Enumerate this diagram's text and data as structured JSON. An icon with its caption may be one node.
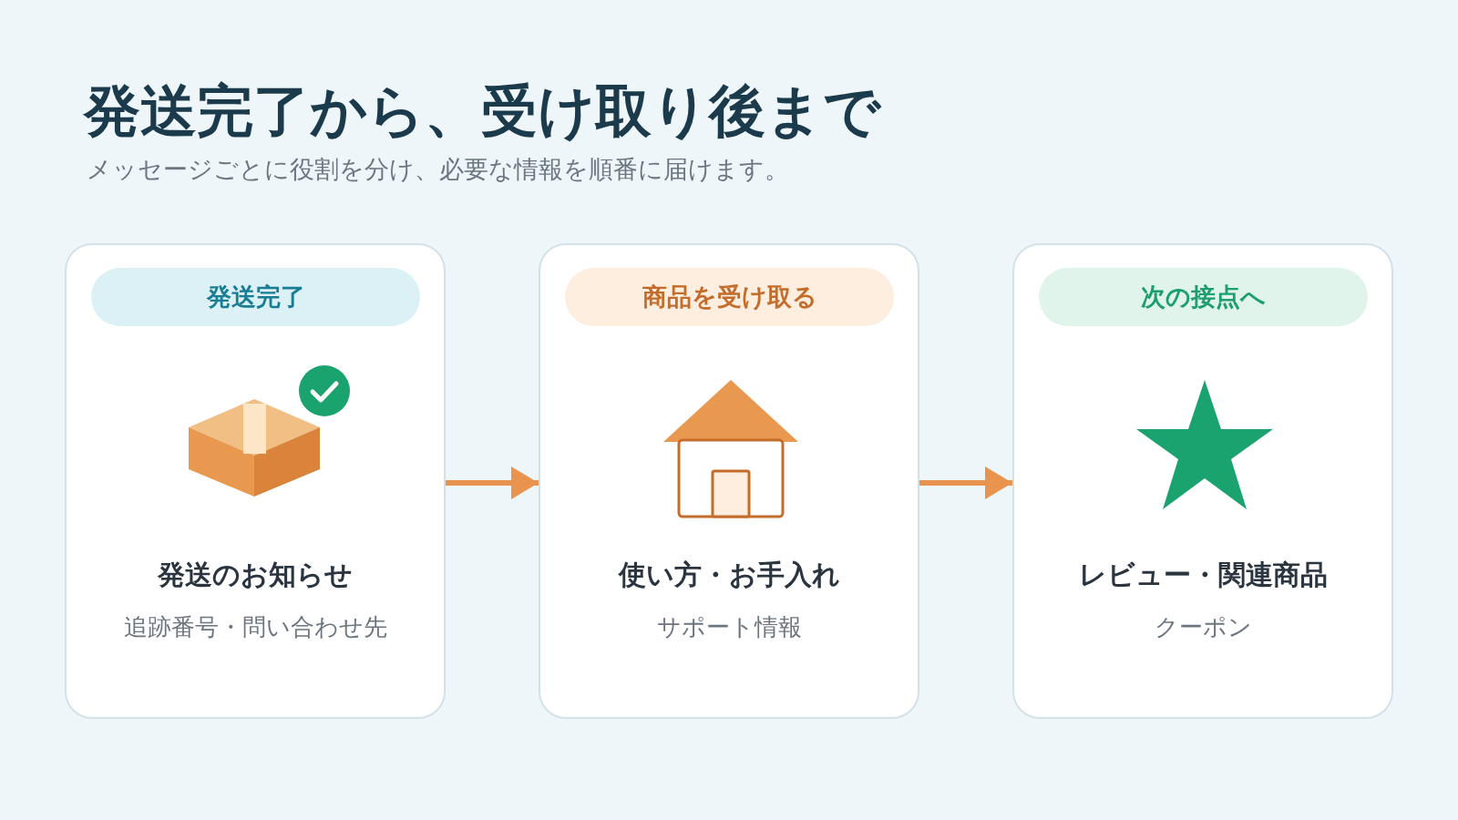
{
  "diagram": {
    "title": "発送完了から、受け取り後まで",
    "nodes": [
      {
        "text": [
          "発送のお知らせ",
          "追跡番号・問い合わせ先"
        ]
      },
      {
        "text": [
          "発送完了"
        ],
        "in": 0
      },
      {
        "text": [
          "使い方・お手入れ",
          "サポート情報"
        ]
      },
      {
        "text": [
          "商品を受け取る"
        ],
        "in": 2
      },
      {
        "text": [
          "レビュー・関連商品",
          "クーポン"
        ]
      },
      {
        "text": [
          "次の接点へ"
        ],
        "in": 4
      }
    ],
    "edges": [
      {
        "from": 0,
        "to": 2,
        "arrow": "to"
      },
      {
        "from": 2,
        "to": 4,
        "arrow": "to"
      }
    ],
    "labels": [
      "メッセージごとに役割を分け、必要な情報を順番に届けます。"
    ]
  }
}
